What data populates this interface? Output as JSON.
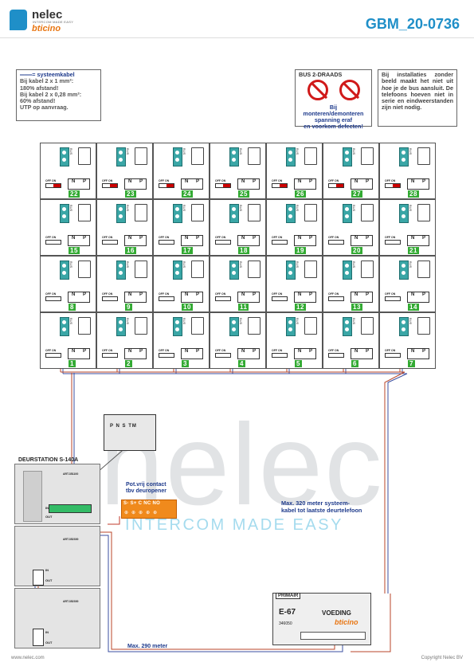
{
  "header": {
    "brand": "nelec",
    "tagline": "INTERCOM MADE EASY",
    "sub_brand": "bticino",
    "doc_id": "GBM_20-0736"
  },
  "cable_note": {
    "title": "= systeemkabel",
    "lines": [
      "Bij kabel 2 x 1 mm²:",
      "180% afstand!",
      "Bij kabel 2 x 0,28 mm²:",
      "60% afstand!",
      "UTP op aanvraag."
    ]
  },
  "warning": {
    "title": "BUS 2-DRAADS",
    "lines": [
      "Bij monteren/demonteren",
      "spanning eraf",
      "en voorkom defecten!"
    ]
  },
  "install_note": {
    "prefix": "Bij installaties zonder beeld maakt het niet uit ",
    "emph": "hoe",
    "suffix": " je de bus aansluit. De telefoons hoeven niet in serie en eindweerstanden zijn niet nodig."
  },
  "cell_labels": {
    "n": "N",
    "p": "P",
    "off_on": "OFF ON",
    "bus": "BUS"
  },
  "grid_rows": [
    {
      "end_switch": true,
      "numbers": [
        "22",
        "23",
        "24",
        "25",
        "26",
        "27",
        "28"
      ]
    },
    {
      "end_switch": false,
      "numbers": [
        "15",
        "16",
        "17",
        "18",
        "19",
        "20",
        "21"
      ]
    },
    {
      "end_switch": false,
      "numbers": [
        "8",
        "9",
        "10",
        "11",
        "12",
        "13",
        "14"
      ]
    },
    {
      "end_switch": false,
      "numbers": [
        "1",
        "2",
        "3",
        "4",
        "5",
        "6",
        "7"
      ]
    }
  ],
  "door_station": {
    "title": "DEURSTATION S-140A",
    "zoom_labels": "P N S TM",
    "articles": [
      "ART.351100",
      "ART.352300",
      "ART.352300"
    ],
    "in": "IN",
    "out": "OUT"
  },
  "relay": {
    "title_1": "Pot.vrij contact",
    "title_2": "tbv deuropener",
    "terminals": "S- S+ C NC NO"
  },
  "distance_notes": {
    "max_320": [
      "Max. 320 meter systeem-",
      "kabel tot laatste deurtelefoon"
    ],
    "max_290": "Max. 290 meter"
  },
  "psu": {
    "primair": "PRIMAIR",
    "model": "E-67",
    "title": "VOEDING",
    "code": "346050",
    "brand": "bticino"
  },
  "watermark": {
    "word": "nelec",
    "tagline": "INTERCOM MADE EASY"
  },
  "footer": {
    "url": "www.nelec.com",
    "copyright": "Copyright Nelec BV"
  },
  "colors": {
    "accent": "#1f8fc8",
    "brand_orange": "#e87511",
    "wire_red": "#b8452a",
    "wire_blue": "#3b4fa0",
    "number_green": "#33aa33"
  }
}
